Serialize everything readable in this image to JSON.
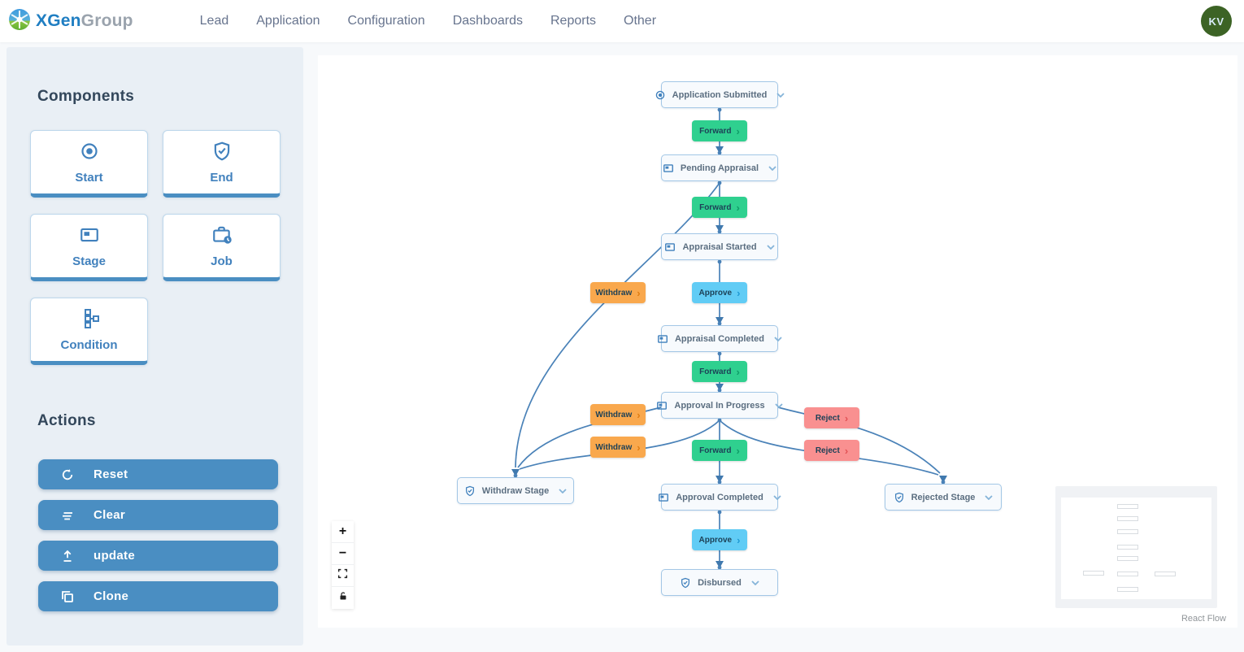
{
  "header": {
    "brand": {
      "primary": "XGen",
      "secondary": "Group"
    },
    "nav": [
      "Lead",
      "Application",
      "Configuration",
      "Dashboards",
      "Reports",
      "Other"
    ],
    "avatar_initials": "KV"
  },
  "sidebar": {
    "components_title": "Components",
    "components": [
      {
        "label": "Start",
        "icon": "record-icon"
      },
      {
        "label": "End",
        "icon": "shield-check-icon"
      },
      {
        "label": "Stage",
        "icon": "stage-frame-icon"
      },
      {
        "label": "Job",
        "icon": "briefcase-clock-icon"
      },
      {
        "label": "Condition",
        "icon": "condition-branch-icon"
      }
    ],
    "actions_title": "Actions",
    "actions": [
      {
        "label": "Reset",
        "icon": "reset-icon"
      },
      {
        "label": "Clear",
        "icon": "clear-icon"
      },
      {
        "label": "update",
        "icon": "upload-icon"
      },
      {
        "label": "Clone",
        "icon": "clone-icon"
      }
    ]
  },
  "flow": {
    "nodes": [
      {
        "label": "Application Submitted",
        "type": "start"
      },
      {
        "label": "Pending Appraisal",
        "type": "stage"
      },
      {
        "label": "Appraisal Started",
        "type": "stage"
      },
      {
        "label": "Appraisal Completed",
        "type": "stage"
      },
      {
        "label": "Approval In Progress",
        "type": "stage"
      },
      {
        "label": "Withdraw Stage",
        "type": "end"
      },
      {
        "label": "Approval Completed",
        "type": "stage"
      },
      {
        "label": "Rejected Stage",
        "type": "end"
      },
      {
        "label": "Disbursed",
        "type": "end"
      }
    ],
    "edge_labels": [
      {
        "label": "Forward",
        "type": "forward"
      },
      {
        "label": "Forward",
        "type": "forward"
      },
      {
        "label": "Withdraw",
        "type": "withdraw"
      },
      {
        "label": "Approve",
        "type": "approve"
      },
      {
        "label": "Forward",
        "type": "forward"
      },
      {
        "label": "Withdraw",
        "type": "withdraw"
      },
      {
        "label": "Reject",
        "type": "reject"
      },
      {
        "label": "Withdraw",
        "type": "withdraw"
      },
      {
        "label": "Forward",
        "type": "forward"
      },
      {
        "label": "Reject",
        "type": "reject"
      },
      {
        "label": "Approve",
        "type": "approve"
      }
    ],
    "controls": [
      "zoom-in",
      "zoom-out",
      "fit-view",
      "lock"
    ],
    "attribution": "React Flow"
  },
  "icons": {
    "zoom_in": "+",
    "zoom_out": "−",
    "chevron_right": "›"
  },
  "colors": {
    "accent_blue": "#4a8ec2",
    "edge_blue": "#4a82b8",
    "forward_green": "#2fd08f",
    "withdraw_orange": "#f9a84d",
    "approve_sky": "#61ccf5",
    "reject_salmon": "#f99090",
    "node_border": "#a3c7e6",
    "sidebar_bg": "#e9eff5",
    "avatar_green": "#3c6325",
    "brand_blue": "#1f7ec2"
  }
}
